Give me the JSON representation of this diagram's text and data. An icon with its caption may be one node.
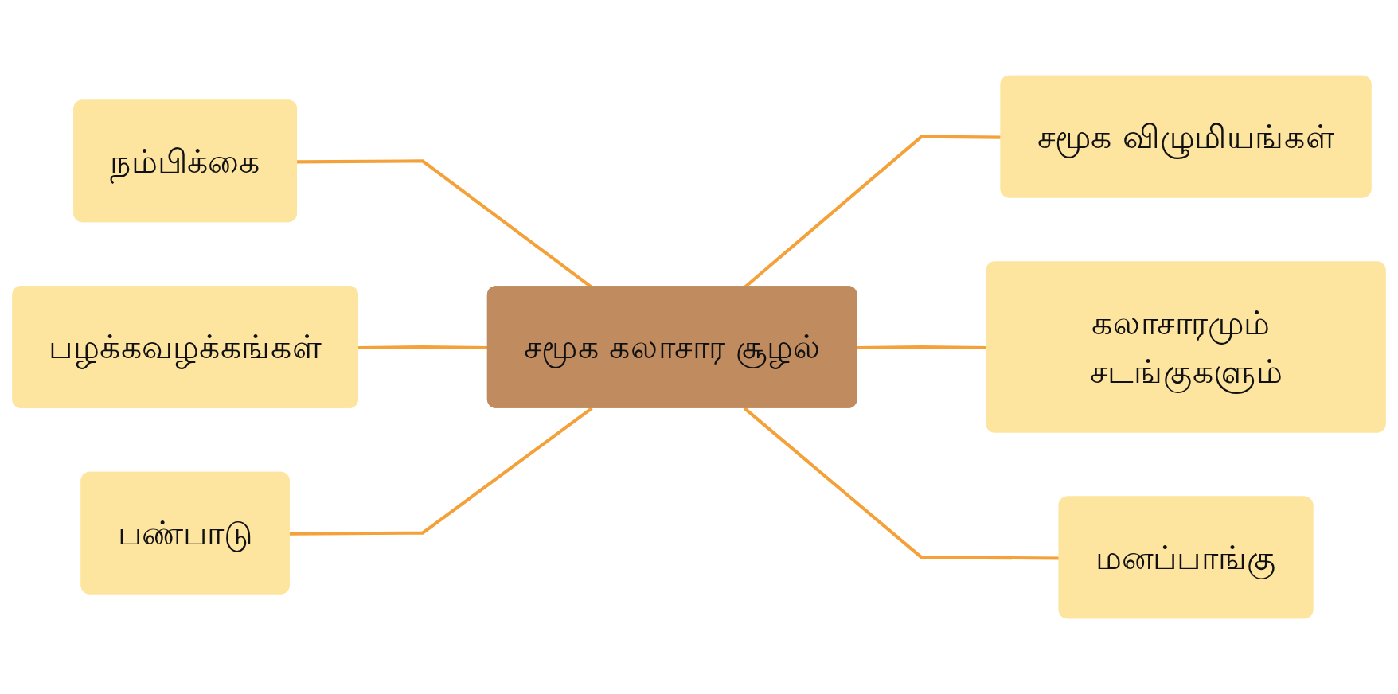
{
  "diagram": {
    "nodes": [
      {
        "text": [
          "நம்பிக்கை"
        ]
      },
      {
        "text": [
          "சமூக விழுமியங்கள்"
        ]
      },
      {
        "text": [
          "சமூக கலாசார சூழல்"
        ]
      },
      {
        "text": [
          "பழக்கவழக்கங்கள்"
        ]
      },
      {
        "text": [
          "கலாசாரமும் சடங்குகளும்"
        ]
      },
      {
        "text": [
          "பண்பாடு"
        ]
      },
      {
        "text": [
          "மனப்பாங்கு"
        ]
      }
    ],
    "edges": [
      {
        "from": 0,
        "to": 2,
        "arrow": "none"
      },
      {
        "from": 3,
        "to": 2,
        "arrow": "none"
      },
      {
        "from": 5,
        "to": 2,
        "arrow": "none"
      },
      {
        "from": 2,
        "to": 1,
        "arrow": "none"
      },
      {
        "from": 2,
        "to": 4,
        "arrow": "none"
      },
      {
        "from": 2,
        "to": 6,
        "arrow": "none"
      }
    ]
  }
}
